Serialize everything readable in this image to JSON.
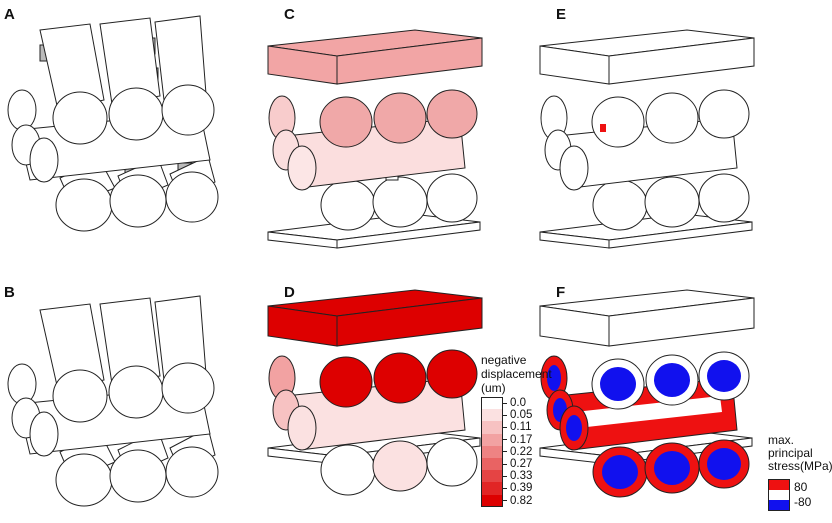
{
  "panel_labels": [
    "A",
    "B",
    "C",
    "D",
    "E",
    "F"
  ],
  "displacement_legend": {
    "title_lines": [
      "negative",
      "displacement",
      "(um)"
    ],
    "values": [
      "0.0",
      "0.05",
      "0.11",
      "0.17",
      "0.22",
      "0.27",
      "0.33",
      "0.39",
      "0.82"
    ],
    "colors": [
      "#ffffff",
      "#fbe1e1",
      "#f7c2c2",
      "#f2a2a2",
      "#ee8383",
      "#e96363",
      "#e54444",
      "#e12525",
      "#dd0000"
    ]
  },
  "stress_legend": {
    "title_lines": [
      "max.",
      "principal",
      "stress(MPa)"
    ],
    "values": [
      "80",
      "-80"
    ],
    "colors": [
      "#ee1111",
      "#ffffff",
      "#1111ee"
    ]
  }
}
